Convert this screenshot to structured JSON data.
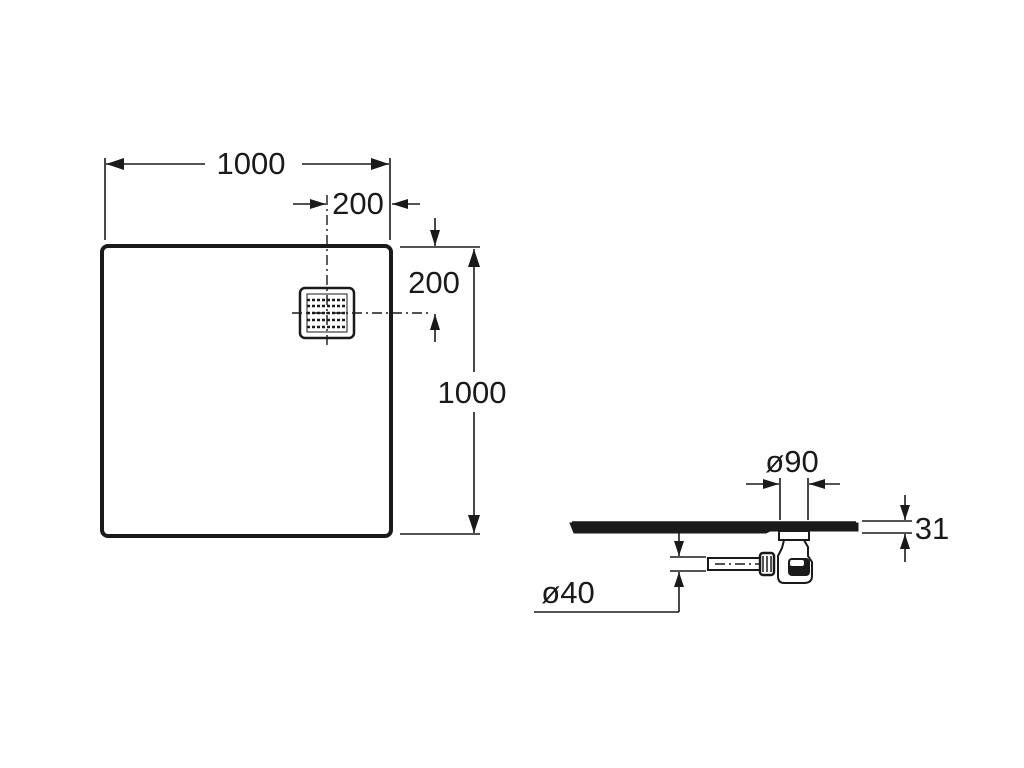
{
  "plan_view": {
    "width_label": "1000",
    "drain_offset_x_label": "200",
    "drain_offset_y_label": "200",
    "depth_label": "1000"
  },
  "side_view": {
    "drain_diameter_label": "ø90",
    "height_label": "31",
    "outlet_diameter_label": "ø40"
  }
}
